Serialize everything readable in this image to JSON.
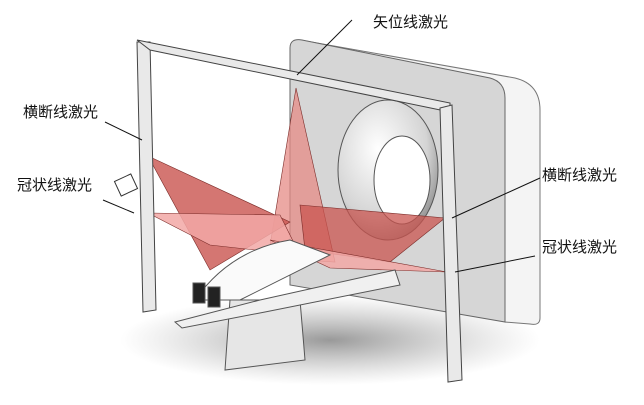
{
  "labels": {
    "sagittal_laser": "矢位线激光",
    "transverse_laser_left": "横断线激光",
    "coronal_laser_left": "冠状线激光",
    "transverse_laser_right": "横断线激光",
    "coronal_laser_right": "冠状线激光"
  },
  "colors": {
    "laser_dark": "#c9544f",
    "laser_light": "#f2a8a6",
    "gantry": "#d9d9d9"
  }
}
